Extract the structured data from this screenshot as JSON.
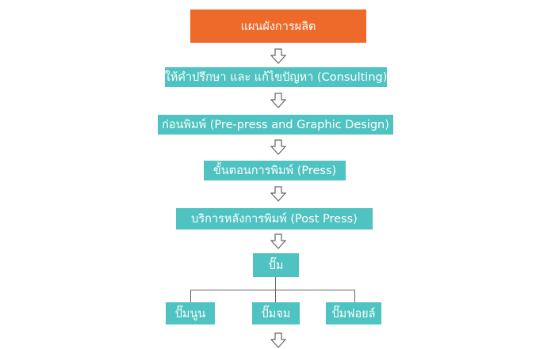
{
  "colors": {
    "header": "#ee6a2a",
    "step": "#4fc3c1",
    "text": "#ffffff",
    "connector": "#666666",
    "arrow_stroke": "#666666",
    "arrow_fill": "#ffffff"
  },
  "title": "แผนผังการผลิต",
  "steps": [
    "ให้คำปรึกษา และ แก้ไขปัญหา (Consulting)",
    "ก่อนพิมพ์ (Pre-press and Graphic Design)",
    "ขั้นตอนการพิมพ์ (Press)",
    "บริการหลังการพิมพ์ (Post Press)",
    "ปั๊ม"
  ],
  "branches": [
    "ปั๊มนูน",
    "ปั๊มจม",
    "ปั๊มฟอยล์"
  ]
}
